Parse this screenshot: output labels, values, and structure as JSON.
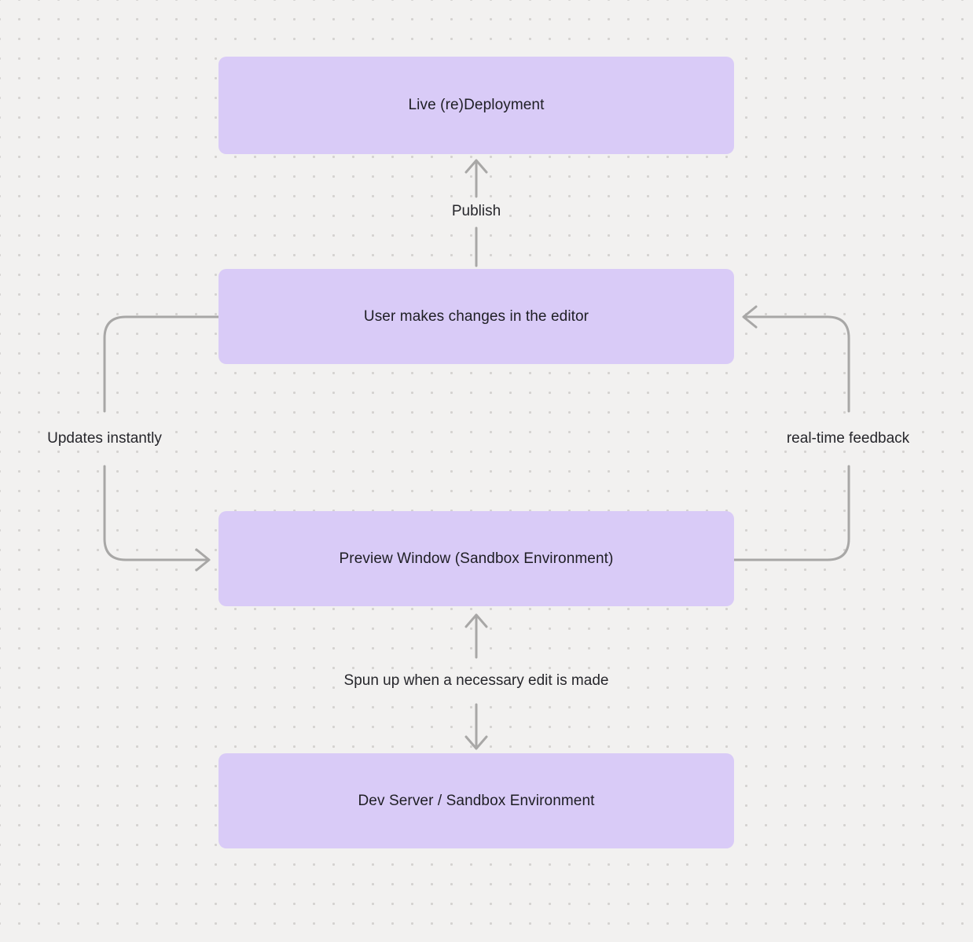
{
  "diagram": {
    "nodes": [
      {
        "id": "live-deployment",
        "label": "Live (re)Deployment"
      },
      {
        "id": "editor-changes",
        "label": "User makes changes in the editor"
      },
      {
        "id": "preview-window",
        "label": "Preview Window (Sandbox Environment)"
      },
      {
        "id": "dev-server",
        "label": "Dev Server / Sandbox Environment"
      }
    ],
    "edges": [
      {
        "from": "editor-changes",
        "to": "live-deployment",
        "label": "Publish",
        "direction": "up"
      },
      {
        "from": "editor-changes",
        "to": "preview-window",
        "label": "Updates instantly",
        "side": "left"
      },
      {
        "from": "preview-window",
        "to": "editor-changes",
        "label": "real-time feedback",
        "side": "right"
      },
      {
        "from": "dev-server",
        "to": "preview-window",
        "label": "Spun up when a necessary edit is made",
        "direction": "both"
      }
    ],
    "colors": {
      "background": "#f2f1f0",
      "grid_dot": "#d4d2d0",
      "node_fill": "#d9cbf7",
      "node_text": "#1e1e24",
      "arrow": "#a8a7a6",
      "edge_label_text": "#26262b"
    }
  }
}
